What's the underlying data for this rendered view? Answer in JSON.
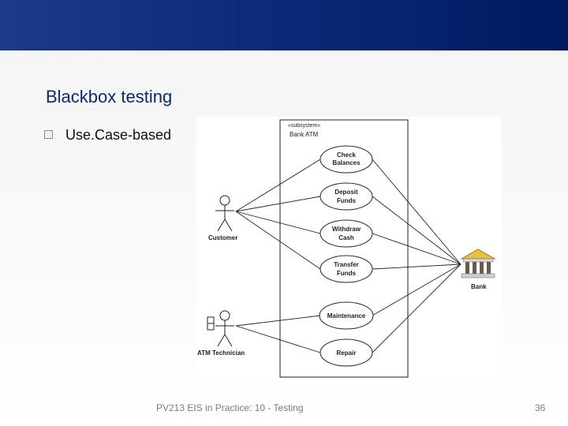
{
  "slide": {
    "title": "Blackbox testing",
    "bullet": "Use.Case-based",
    "footer": "PV213 EIS in Practice: 10 - Testing",
    "page_number": "36"
  },
  "diagram": {
    "stereotype": "«subsystem»",
    "subsystem_name": "Bank ATM",
    "use_cases": [
      [
        "Check",
        "Balances"
      ],
      [
        "Deposit",
        "Funds"
      ],
      [
        "Withdraw",
        "Cash"
      ],
      [
        "Transfer",
        "Funds"
      ],
      [
        "Maintenance"
      ],
      [
        "Repair"
      ]
    ],
    "actors": {
      "customer": "Customer",
      "technician": "ATM Technician",
      "bank": "Bank"
    }
  },
  "colors": {
    "header": "#0a2a78",
    "title": "#0b2a6e",
    "bank_icon": "#e8c040"
  }
}
